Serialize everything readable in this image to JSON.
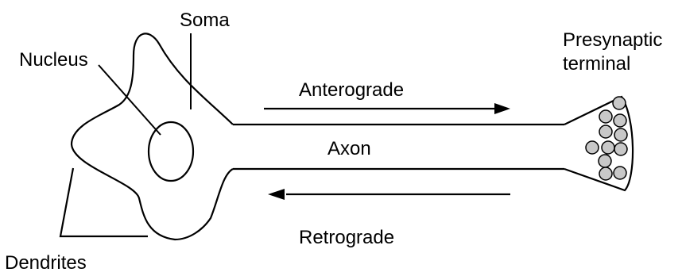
{
  "labels": {
    "soma": "Soma",
    "nucleus": "Nucleus",
    "presynaptic_line1": "Presynaptic",
    "presynaptic_line2": "terminal",
    "anterograde": "Anterograde",
    "axon": "Axon",
    "retrograde": "Retrograde",
    "dendrites": "Dendrites"
  },
  "colors": {
    "stroke": "#000000",
    "vesicle_fill": "#c8c8c8",
    "background": "#ffffff"
  },
  "vesicle_count": 11
}
